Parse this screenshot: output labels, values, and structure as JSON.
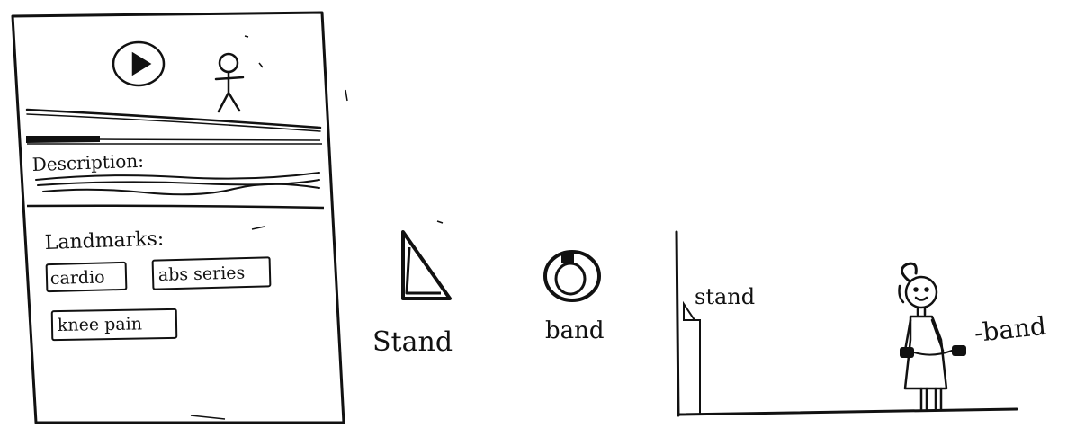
{
  "phone": {
    "description_label": "Description:",
    "landmarks_label": "Landmarks:",
    "tags": [
      "cardio",
      "abs series",
      "knee pain"
    ]
  },
  "legend": {
    "stand_label": "Stand",
    "band_label": "band"
  },
  "scene": {
    "stand_label": "stand",
    "band_label": "-band"
  }
}
